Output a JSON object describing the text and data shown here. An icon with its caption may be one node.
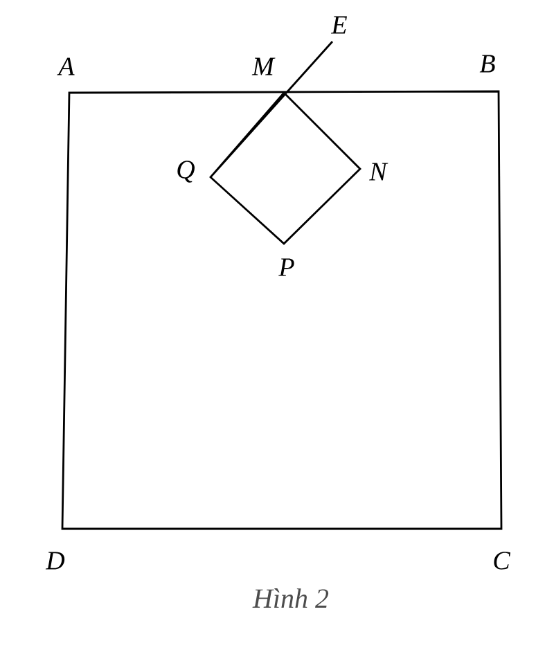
{
  "diagram": {
    "caption": "Hình 2",
    "labels": [
      "E",
      "A",
      "M",
      "B",
      "Q",
      "N",
      "P",
      "D",
      "C"
    ]
  }
}
